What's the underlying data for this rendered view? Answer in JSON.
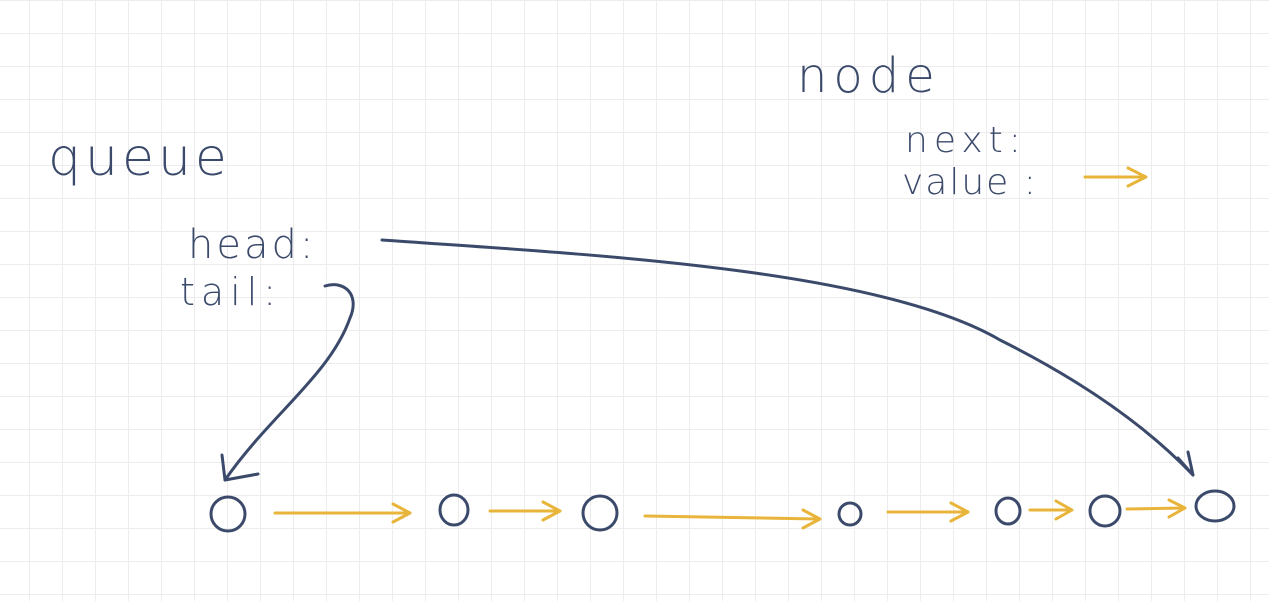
{
  "queue": {
    "title": "queue",
    "head_label": "head:",
    "tail_label": "tail:"
  },
  "node": {
    "title": "node",
    "next_label": "next:",
    "value_label": "value :"
  },
  "colors": {
    "ink": "#3b4a6b",
    "arrow_yellow": "#e8b43a",
    "grid": "#ececec"
  },
  "linked_list": {
    "node_count": 7
  }
}
